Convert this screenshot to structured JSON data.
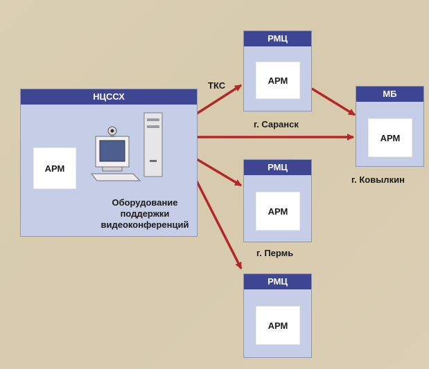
{
  "colors": {
    "background": "#d9cdb3",
    "panel": "#c6cde6",
    "header": "#3e4693",
    "arrow": "#b3262c"
  },
  "hub": {
    "title": "НЦССХ",
    "arm": "АРМ",
    "equipment_label": "Оборудование\nподдержки\nвидеоконференций"
  },
  "link_label": "ТКС",
  "nodes": [
    {
      "title": "РМЦ",
      "arm": "АРМ",
      "city": "г. Саранск"
    },
    {
      "title": "МБ",
      "arm": "АРМ",
      "city": "г. Ковылкин"
    },
    {
      "title": "РМЦ",
      "arm": "АРМ",
      "city": "г. Пермь"
    },
    {
      "title": "РМЦ",
      "arm": "АРМ",
      "city": ""
    }
  ]
}
